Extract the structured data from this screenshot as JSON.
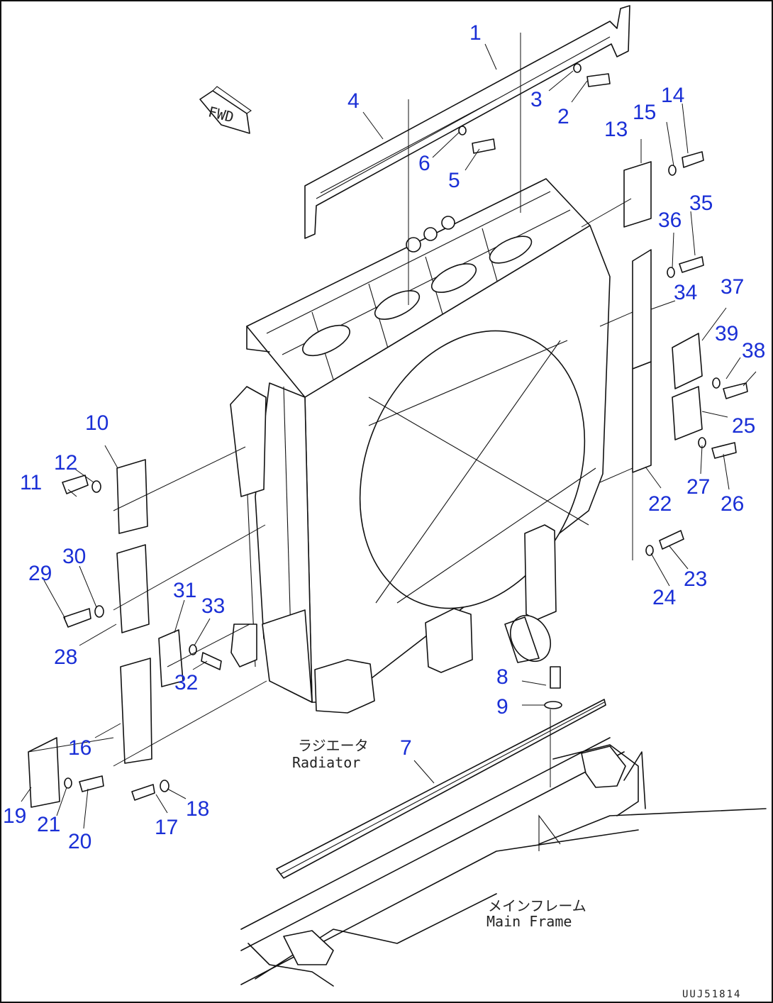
{
  "diagram": {
    "fwd_label": "FWD",
    "radiator_label_jp": "ラジエータ",
    "radiator_label_en": "Radiator",
    "frame_label_jp": "メインフレーム",
    "frame_label_en": "Main Frame",
    "drawing_code": "UUJ51814",
    "callouts": [
      "1",
      "2",
      "3",
      "4",
      "5",
      "6",
      "7",
      "8",
      "9",
      "10",
      "11",
      "12",
      "13",
      "14",
      "15",
      "16",
      "17",
      "18",
      "19",
      "20",
      "21",
      "22",
      "23",
      "24",
      "25",
      "26",
      "27",
      "28",
      "29",
      "30",
      "31",
      "32",
      "33",
      "34",
      "35",
      "36",
      "37",
      "38",
      "39"
    ]
  }
}
